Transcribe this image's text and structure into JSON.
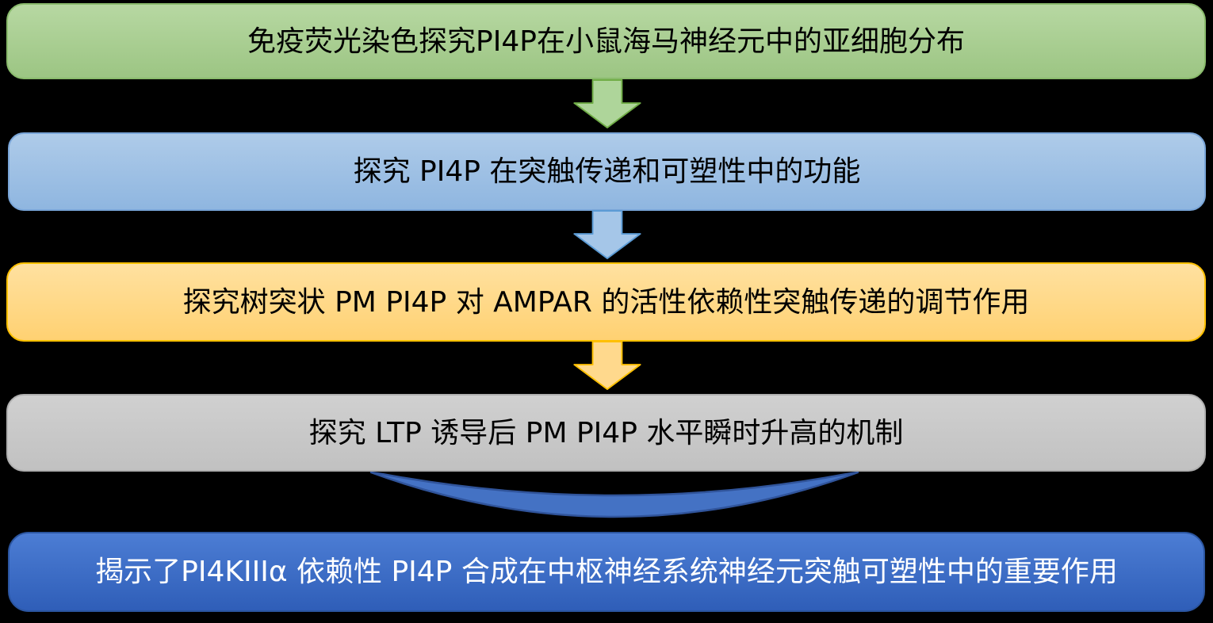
{
  "diagram": {
    "title": "PI4P research flowchart",
    "background_color": "#000000",
    "steps": [
      {
        "id": "step-1",
        "label": "免疫荧光染色探究PI4P在小鼠海马神经元中的亚细胞分布",
        "fill_top": "#B7D8A2",
        "fill_bottom": "#9CC583",
        "border_color": "#8ABB6C",
        "text_color": "#000000"
      },
      {
        "id": "step-2",
        "label": "探究 PI4P 在突触传递和可塑性中的功能",
        "fill_top": "#AECBE9",
        "fill_bottom": "#8FB6E0",
        "border_color": "#79A5D8",
        "text_color": "#000000"
      },
      {
        "id": "step-3",
        "label": "探究树突状 PM PI4P 对 AMPAR 的活性依赖性突触传递的调节作用",
        "fill_top": "#FFE1A0",
        "fill_bottom": "#FFD172",
        "border_color": "#FFC000",
        "text_color": "#000000"
      },
      {
        "id": "step-4",
        "label": "探究 LTP 诱导后 PM PI4P 水平瞬时升高的机制",
        "fill_top": "#D0D0D0",
        "fill_bottom": "#C1C1C1",
        "border_color": "#AFAFAF",
        "text_color": "#000000"
      },
      {
        "id": "step-5",
        "label": "揭示了PI4KIIIα 依赖性 PI4P 合成在中枢神经系统神经元突触可塑性中的重要作用",
        "fill_top": "#4C7DD4",
        "fill_bottom": "#2F5EB8",
        "border_color": "#2B55A0",
        "text_color": "#FFFFFF"
      }
    ],
    "connectors": [
      {
        "id": "connector-1",
        "type": "arrow-down",
        "fill": "#AED59A",
        "border_color": "#70AD47"
      },
      {
        "id": "connector-2",
        "type": "arrow-down",
        "fill": "#A5C6E8",
        "border_color": "#5B9BD5"
      },
      {
        "id": "connector-3",
        "type": "arrow-down",
        "fill": "#FFD98D",
        "border_color": "#FFC000"
      },
      {
        "id": "connector-4",
        "type": "curved-arc",
        "fill": "#4472C4",
        "border_color": "#30549B"
      }
    ]
  }
}
